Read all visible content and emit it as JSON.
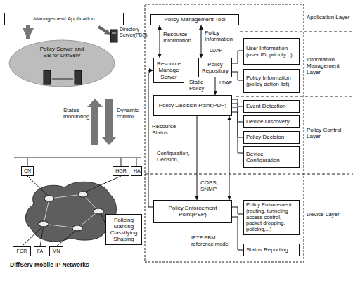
{
  "diagram": {
    "nodes": [
      {
        "text": [
          "Management Application"
        ]
      },
      {
        "text": [
          "Policy Server and BB for DiffServ"
        ]
      },
      {
        "text": [
          "Policy Management Tool"
        ]
      },
      {
        "text": [
          "Resource Manage Server"
        ]
      },
      {
        "text": [
          "Policy Repository"
        ]
      },
      {
        "text": [
          "User Information",
          "(user ID, priority...)"
        ]
      },
      {
        "text": [
          "Policy Information",
          "(policy action list)"
        ]
      },
      {
        "text": [
          "Policy Decision Point(PDP)"
        ]
      },
      {
        "text": [
          "Event Detection"
        ]
      },
      {
        "text": [
          "Device Discovery"
        ]
      },
      {
        "text": [
          "Policy Decision"
        ]
      },
      {
        "text": [
          "Device Configuration"
        ]
      },
      {
        "text": [
          "Policy Enforcement Point(PEP)"
        ]
      },
      {
        "text": [
          "Policy Enforcement",
          "(routing, tunneling access control, packet dropping, policing,...)"
        ]
      },
      {
        "text": [
          "Status Reporting"
        ]
      },
      {
        "text": [
          "CN"
        ]
      },
      {
        "text": [
          "HGR"
        ]
      },
      {
        "text": [
          "HA"
        ]
      },
      {
        "text": [
          "FGR"
        ]
      },
      {
        "text": [
          "FA"
        ]
      },
      {
        "text": [
          "MN"
        ]
      },
      {
        "text": [
          "Policing Marking Classifying Shaping"
        ]
      }
    ],
    "edges": [
      {
        "from": 0,
        "to": 1,
        "arrow": "to"
      },
      {
        "from": 2,
        "to": 3,
        "label": "Resource Information",
        "arrow": "both"
      },
      {
        "from": 2,
        "to": 4,
        "label": "Policy Information",
        "arrow": "both"
      },
      {
        "from": 4,
        "to": 7,
        "label": "Static Policy",
        "arrow": "to"
      },
      {
        "from": 12,
        "to": 3,
        "label": "Resource Status",
        "arrow": "to"
      },
      {
        "from": 7,
        "to": 12,
        "label": "Configuration, Decision,...",
        "arrow": "to"
      },
      {
        "from": 7,
        "to": 12,
        "label": "COPS, SNMP",
        "arrow": "both"
      },
      {
        "from": 4,
        "to": 5,
        "arrow": "none"
      },
      {
        "from": 4,
        "to": 6,
        "arrow": "none"
      },
      {
        "from": 7,
        "to": 8,
        "arrow": "none"
      },
      {
        "from": 7,
        "to": 9,
        "arrow": "none"
      },
      {
        "from": 7,
        "to": 10,
        "arrow": "none"
      },
      {
        "from": 7,
        "to": 11,
        "arrow": "none"
      },
      {
        "from": 12,
        "to": 13,
        "arrow": "none"
      },
      {
        "from": 12,
        "to": 14,
        "arrow": "none"
      }
    ],
    "labels": [
      "Directory Server(PDB)",
      "Status monitoring",
      "Dynamic control",
      "DiffServ Mobile IP Networks",
      "Application Layer",
      "Information Management Layer",
      "Policy Control Layer",
      "Device Layer",
      "LDAP",
      "LDAP",
      "IETF PBM reference model"
    ]
  }
}
